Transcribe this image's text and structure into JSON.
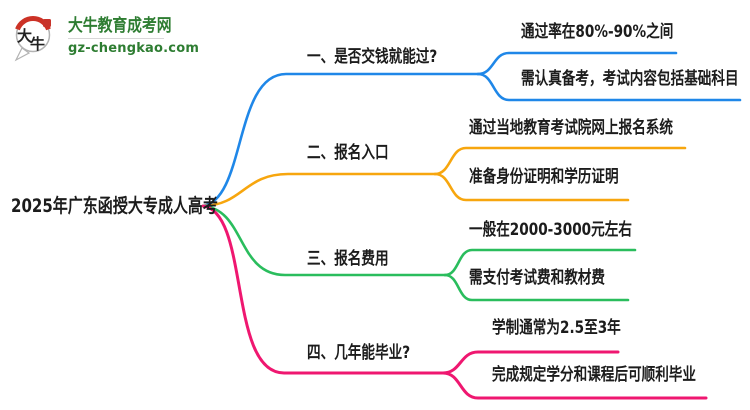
{
  "logo": {
    "icon_char_1": "大",
    "icon_char_2": "牛",
    "brand_name": "大牛教育成考网",
    "domain": "gz-chengkao.com"
  },
  "colors": {
    "blue": "#1f87e8",
    "orange": "#f7a60e",
    "green": "#2abd5d",
    "pink": "#ef1770",
    "brand_green": "#2e7d32",
    "logo_red": "#cc3226",
    "text": "#1c1c1c"
  },
  "root": {
    "label": "2025年广东函授大专成人高考"
  },
  "branches": [
    {
      "label": "一、是否交钱就能过?",
      "color": "#1f87e8",
      "children": [
        "通过率在80%-90%之间",
        "需认真备考，考试内容包括基础科目"
      ]
    },
    {
      "label": "二、报名入口",
      "color": "#f7a60e",
      "children": [
        "通过当地教育考试院网上报名系统",
        "准备身份证明和学历证明"
      ]
    },
    {
      "label": "三、报名费用",
      "color": "#2abd5d",
      "children": [
        "一般在2000-3000元左右",
        "需支付考试费和教材费"
      ]
    },
    {
      "label": "四、几年能毕业?",
      "color": "#ef1770",
      "children": [
        "学制通常为2.5至3年",
        "完成规定学分和课程后可顺利毕业"
      ]
    }
  ]
}
